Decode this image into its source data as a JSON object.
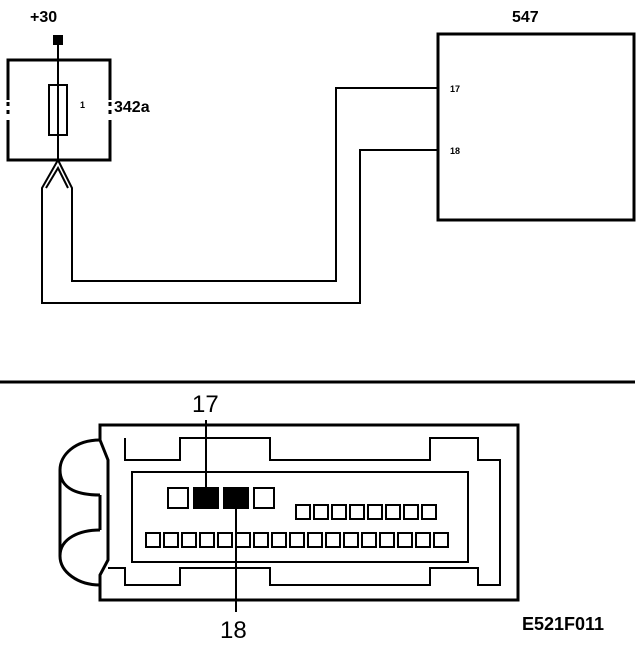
{
  "labels": {
    "supply": "+30",
    "module": "547",
    "fuse_block": "342a",
    "fuse_pin": "1",
    "module_pin_a": "17",
    "module_pin_b": "18",
    "connector_callout_a": "17",
    "connector_callout_b": "18",
    "figure_code": "E521F011"
  }
}
